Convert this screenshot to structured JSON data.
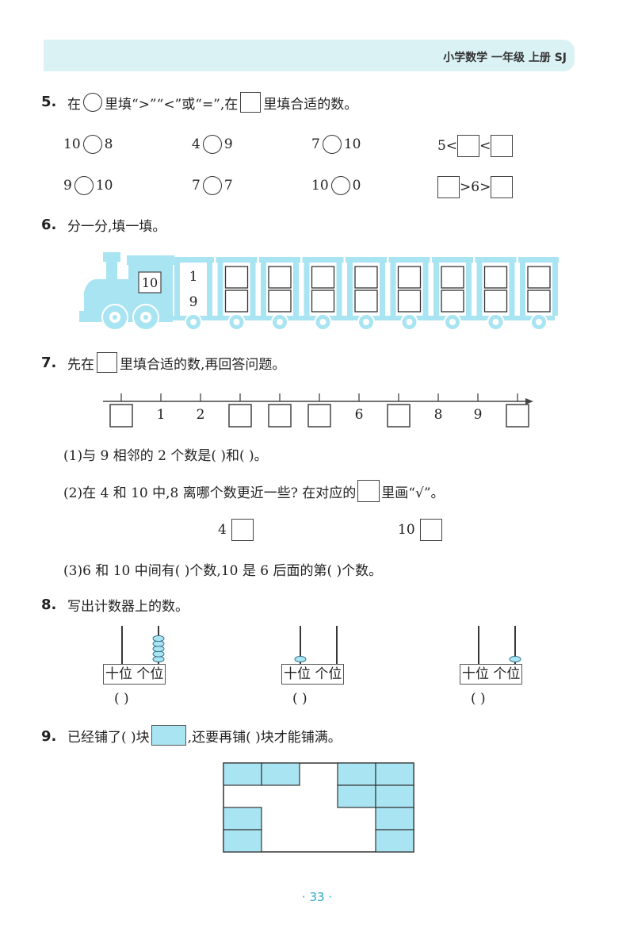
{
  "header": {
    "title": "小学数学  一年级  上册  SJ"
  },
  "q5": {
    "num": "5.",
    "instr_a": "在",
    "instr_b": "里填“>”“<”或“=”,在",
    "instr_c": "里填合适的数。",
    "row1": [
      {
        "left": "10",
        "right": "8"
      },
      {
        "left": "4",
        "right": "9"
      },
      {
        "left": "7",
        "right": "10"
      }
    ],
    "row1_ineq": {
      "lead": "5",
      "op1": "<",
      "op2": "<"
    },
    "row2": [
      {
        "left": "9",
        "right": "10"
      },
      {
        "left": "7",
        "right": "7"
      },
      {
        "left": "10",
        "right": "0"
      }
    ],
    "row2_ineq": {
      "op1": ">",
      "mid": "6",
      "op2": ">"
    }
  },
  "q6": {
    "num": "6.",
    "instr": "分一分,填一填。",
    "engine_value": "10",
    "first_car": {
      "top": "1",
      "bottom": "9"
    },
    "car_count": 8,
    "color": "#a9e4f2"
  },
  "q7": {
    "num": "7.",
    "instr_a": "先在",
    "instr_b": "里填合适的数,再回答问题。",
    "labels": [
      "",
      "1",
      "2",
      "",
      "",
      "",
      "6",
      "",
      "8",
      "9",
      ""
    ],
    "p1": "(1)与 9 相邻的 2 个数是(      )和(      )。",
    "p2_a": "(2)在 4 和 10 中,8 离哪个数更近一些? 在对应的",
    "p2_b": "里画“√”。",
    "opt1": "4",
    "opt2": "10",
    "p3": "(3)6 和 10 中间有(      )个数,10 是 6 后面的第(      )个数。"
  },
  "q8": {
    "num": "8.",
    "instr": "写出计数器上的数。",
    "label": "十位 个位",
    "answer": "(        )",
    "abaci": [
      {
        "tens": 0,
        "ones": 5
      },
      {
        "tens": 1,
        "ones": 0
      },
      {
        "tens": 0,
        "ones": 1
      }
    ]
  },
  "q9": {
    "num": "9.",
    "instr_a": "已经铺了(      )块",
    "instr_b": ",还要再铺(      )块才能铺满。",
    "tile_color": "#a9e4f2"
  },
  "page": {
    "number": "· 33 ·"
  }
}
